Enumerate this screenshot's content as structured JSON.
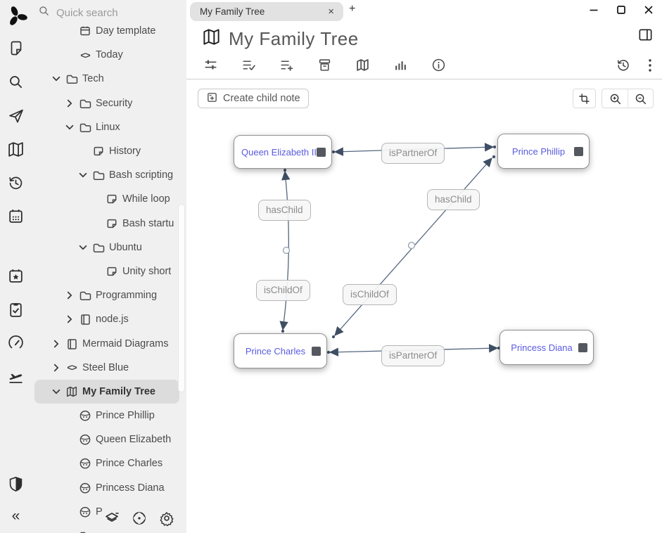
{
  "tab": {
    "title": "My Family Tree",
    "close_glyph": "×",
    "new_glyph": "+"
  },
  "window_controls": {
    "icons": [
      "minimize-icon",
      "maximize-icon",
      "close-icon"
    ]
  },
  "header": {
    "title": "My Family Tree",
    "icon": "map-icon"
  },
  "iconbar": {
    "icons": [
      "trilium-logo",
      "new-note-icon",
      "search-icon",
      "jump-to-icon",
      "relation-map-icon",
      "recent-changes-icon",
      "calendar-icon",
      "calendar-star-icon",
      "task-list-icon",
      "gauge-icon",
      "travel-icon",
      "protected-session-icon",
      "collapse-pane-icon"
    ]
  },
  "sidebar": {
    "search_placeholder": "Quick search",
    "footer_icons": [
      "layers-icon",
      "target-icon",
      "settings-gear-icon"
    ],
    "tree": [
      {
        "label": "Day template",
        "icon": "calendar-note-icon"
      },
      {
        "label": "Today",
        "icon": "code-icon"
      },
      {
        "label": "Tech",
        "icon": "folder-icon",
        "expanded": true
      },
      {
        "label": "Security",
        "icon": "folder-icon",
        "expanded": false
      },
      {
        "label": "Linux",
        "icon": "folder-icon",
        "expanded": true
      },
      {
        "label": "History",
        "icon": "note-icon"
      },
      {
        "label": "Bash scripting",
        "icon": "folder-icon",
        "expanded": true
      },
      {
        "label": "While loop",
        "icon": "note-icon"
      },
      {
        "label": "Bash startu",
        "icon": "note-icon"
      },
      {
        "label": "Ubuntu",
        "icon": "folder-icon",
        "expanded": true
      },
      {
        "label": "Unity short",
        "icon": "note-icon"
      },
      {
        "label": "Programming",
        "icon": "folder-icon",
        "expanded": false
      },
      {
        "label": "node.js",
        "icon": "book-icon",
        "expanded": false
      },
      {
        "label": "Mermaid Diagrams",
        "icon": "book-icon",
        "expanded": false
      },
      {
        "label": "Steel Blue",
        "icon": "code-icon",
        "expanded": false
      },
      {
        "label": "My Family Tree",
        "icon": "map-icon",
        "expanded": true,
        "selected": true
      },
      {
        "label": "Prince Phillip",
        "icon": "person-icon"
      },
      {
        "label": "Queen Elizabeth",
        "icon": "person-icon"
      },
      {
        "label": "Prince Charles",
        "icon": "person-icon"
      },
      {
        "label": "Princess Diana",
        "icon": "person-icon"
      },
      {
        "label": "P",
        "icon": "person-icon"
      }
    ]
  },
  "ribbon": {
    "icons": [
      "basic-properties-icon",
      "owned-attributes-icon",
      "inherited-attributes-icon",
      "archive-icon",
      "relation-map-icon",
      "note-info-icon",
      "info-icon"
    ],
    "right_icons": [
      "revisions-icon",
      "kebab-menu-icon"
    ]
  },
  "toolbar": {
    "create_child_note": "Create child note",
    "map_buttons": [
      "reset-pan-zoom-icon",
      "zoom-in-icon",
      "zoom-out-icon"
    ]
  },
  "map": {
    "nodes": [
      {
        "label": "Queen Elizabeth II"
      },
      {
        "label": "Prince Phillip"
      },
      {
        "label": "Prince Charles"
      },
      {
        "label": "Princess Diana"
      }
    ],
    "edge_badges": [
      {
        "text": "isPartnerOf"
      },
      {
        "text": "hasChild"
      },
      {
        "text": "hasChild"
      },
      {
        "text": "isChildOf"
      },
      {
        "text": "isChildOf"
      },
      {
        "text": "isPartnerOf"
      }
    ],
    "edges": [
      {
        "from": "Queen Elizabeth II",
        "to": "Prince Phillip",
        "labels": [
          "isPartnerOf"
        ],
        "bidirectional": true
      },
      {
        "from": "Queen Elizabeth II",
        "to": "Prince Charles",
        "labels": [
          "hasChild",
          "isChildOf"
        ],
        "bidirectional": true
      },
      {
        "from": "Prince Phillip",
        "to": "Prince Charles",
        "labels": [
          "hasChild",
          "isChildOf"
        ],
        "bidirectional": true
      },
      {
        "from": "Prince Charles",
        "to": "Princess Diana",
        "labels": [
          "isPartnerOf"
        ],
        "bidirectional": true
      }
    ]
  },
  "colors": {
    "link_text": "#5a5ae0",
    "edge_line": "#54667e",
    "arrow": "#3e4e63",
    "panel_bg": "#f0f0f0",
    "selection_bg": "#dcdcdc",
    "tab_bg": "#e2e2e2"
  }
}
